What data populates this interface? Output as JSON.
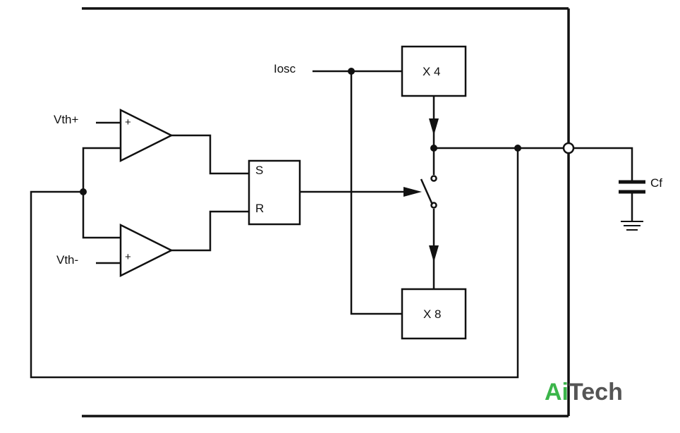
{
  "labels": {
    "vth_plus": "Vth+",
    "vth_minus": "Vth-",
    "iosc": "Iosc",
    "x4": "X 4",
    "x8": "X 8",
    "sr_set": "S",
    "sr_reset": "R",
    "cf": "Cf",
    "plus_top": "+",
    "plus_bottom": "+"
  },
  "watermark": {
    "text_a": "Ai",
    "text_b": "Tech"
  },
  "colors": {
    "line": "#111111",
    "watermark_green": "#3bb54a",
    "watermark_gray": "#555555"
  }
}
